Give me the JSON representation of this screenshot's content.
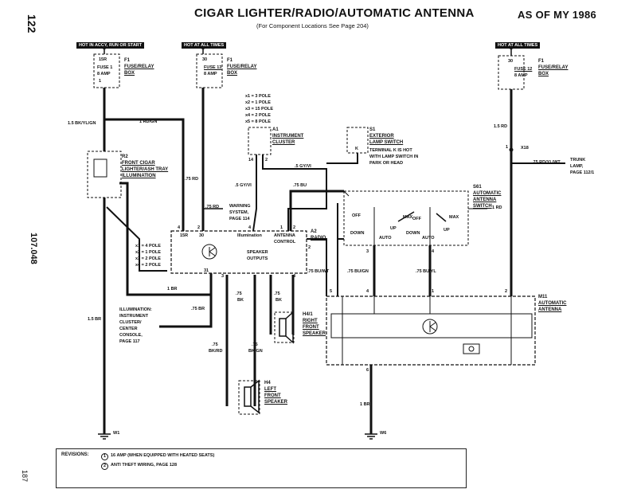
{
  "header": {
    "title": "CIGAR LIGHTER/RADIO/AUTOMATIC ANTENNA",
    "subtitle": "(For Component Locations See Page 204)",
    "model_year": "AS OF MY 1986",
    "page_number": "122",
    "side_code": "107.048",
    "bottom_mark": "187"
  },
  "hot_labels": {
    "acc": "HOT IN ACCY, RUN OR START",
    "all1": "HOT AT ALL TIMES",
    "all2": "HOT AT ALL TIMES"
  },
  "fuses": {
    "f1a": {
      "top": "15R",
      "fuse": "FUSE 1",
      "amp": "8 AMP",
      "label1": "F1",
      "label2": "FUSE/RELAY",
      "label3": "BOX",
      "note": "1"
    },
    "f1b": {
      "top": "30",
      "fuse": "FUSE 13",
      "amp": "8 AMP",
      "label1": "F1",
      "label2": "FUSE/RELAY",
      "label3": "BOX"
    },
    "f1c": {
      "top": "30",
      "fuse": "FUSE 12",
      "amp": "8 AMP",
      "label1": "F1",
      "label2": "FUSE/RELAY",
      "label3": "BOX"
    }
  },
  "wires": {
    "w1": "1.5 BK/YL/GN",
    "w2": "1 RD/GN",
    "w3": ".75 RD",
    "w4": ".75 RD",
    "w5": ".5 GY/VI",
    "w6": ".5 GY/VI",
    "w7": ".75 BU",
    "w8": "1.5 RD",
    "w9": ".75 RD/YL/WT",
    "w10": "1 RD",
    "w11": "1 BR",
    "w12": "1.5 BR",
    "w13": ".75 BR",
    "w14a": ".75",
    "w14b": "BK/RD",
    "w15a": ".75",
    "w15b": "BK/GN",
    "w16a": ".75",
    "w16b": "BK",
    "w17a": ".75",
    "w17b": "BK",
    "w18": ".75 BU/GN",
    "w19": ".75 BU/WT",
    "w20": ".75 BU/YL",
    "w21": "1 BR"
  },
  "components": {
    "r2": {
      "id": "R2",
      "l1": "FRONT CIGAR",
      "l2": "LIGHTER/ASH TRAY",
      "l3": "ILLUMINATION"
    },
    "a1": {
      "id": "A1",
      "l1": "INSTRUMENT",
      "l2": "CLUSTER"
    },
    "poles": [
      "x1 = 3 POLE",
      "x2 = 1 POLE",
      "x3 = 15 POLE",
      "x4 = 2 POLE",
      "x5 = 8 POLE"
    ],
    "s1": {
      "id": "S1",
      "l1": "EXTERIOR",
      "l2": "LAMP SWITCH",
      "n1": "TERMINAL K IS HOT",
      "n2": "WITH LAMP SWITCH IN",
      "n3": "PARK OR HEAD"
    },
    "warning": {
      "l1": "WARNING",
      "l2": "SYSTEM,",
      "l3": "PAGE 114"
    },
    "x18": {
      "id": "X18",
      "l1": "TRUNK",
      "l2": "LAMP,",
      "l3": "PAGE 112/1"
    },
    "s61": {
      "id": "S61",
      "l1": "AUTOMATIC",
      "l2": "ANTENNA",
      "l3": "SWITCH"
    },
    "switch_labels": {
      "off1": "OFF",
      "max1": "MAX",
      "down1": "DOWN",
      "up1": "UP",
      "auto1": "AUTO",
      "off2": "OFF",
      "max2": "MAX",
      "down2": "DOWN",
      "up2": "UP",
      "auto2": "AUTO"
    },
    "a2": {
      "id": "A2",
      "l1": "RADIO",
      "note": "2",
      "t15r": "15R",
      "t30": "30",
      "tillum": "Illumination",
      "tant1": "ANTENNA",
      "tant2": "CONTROL",
      "spk1": "SPEAKER",
      "spk2": "OUTPUTS"
    },
    "radio_poles": [
      "x1 = 4 POLE",
      "x2 = 1 POLE",
      "x3 = 2 POLE",
      "x4 = 2 POLE"
    ],
    "illum": {
      "l1": "ILLUMINATION:",
      "l2": "INSTRUMENT",
      "l3": "CLUSTER/",
      "l4": "CENTER",
      "l5": "CONSOLE,",
      "l6": "PAGE 117"
    },
    "h41": {
      "id": "H4/1",
      "l1": "RIGHT",
      "l2": "FRONT",
      "l3": "SPEAKER"
    },
    "h4": {
      "id": "H4",
      "l1": "LEFT",
      "l2": "FRONT",
      "l3": "SPEAKER"
    },
    "m11": {
      "id": "M11",
      "l1": "AUTOMATIC",
      "l2": "ANTENNA"
    },
    "w1g": "W1",
    "w6g": "W6"
  },
  "pins": {
    "p4": "4",
    "p2a": "2",
    "p14": "14",
    "p2b": "2",
    "p4b": "4",
    "p1a": "1",
    "p2c": "2",
    "p31": "31",
    "p3": "3",
    "p4c": "4",
    "p5": "5",
    "p4d": "4",
    "p1b": "1",
    "p2d": "2",
    "p6": "6",
    "p1c": "1",
    "p3b": "3",
    "p4e": "4",
    "k": "K"
  },
  "revisions": {
    "label": "REVISIONS:",
    "r1n": "1",
    "r1": "16 AMP (WHEN EQUIPPED WITH HEATED SEATS)",
    "r2n": "2",
    "r2": "ANTI THEFT WIRING, PAGE 128"
  }
}
